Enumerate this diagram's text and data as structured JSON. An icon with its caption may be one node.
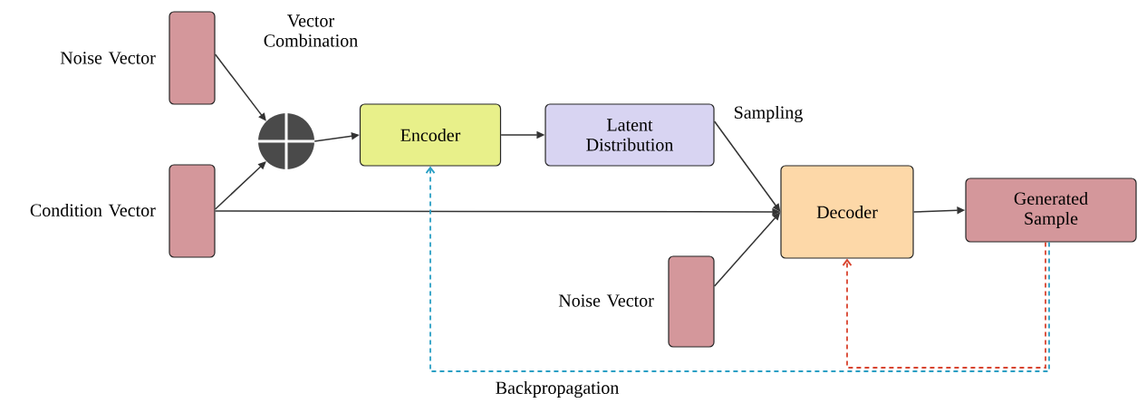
{
  "diagram": {
    "nodes": [
      {
        "text": [],
        "shape": "box",
        "beside": [
          "Noise Vector"
        ]
      },
      {
        "text": [],
        "shape": "box",
        "beside": [
          "Condition Vector"
        ]
      },
      {
        "text": [],
        "shape": "circle"
      },
      {
        "text": [
          "Encoder"
        ]
      },
      {
        "text": [
          "Latent Distribution"
        ]
      },
      {
        "text": [
          "Decoder"
        ]
      },
      {
        "text": [],
        "shape": "box",
        "beside": [
          "Noise Vector"
        ]
      },
      {
        "text": [
          "Generated Sample"
        ]
      }
    ],
    "edges": [
      {
        "from": 0,
        "to": 2,
        "arrow": "to"
      },
      {
        "from": 1,
        "to": 2,
        "arrow": "to"
      },
      {
        "from": 2,
        "to": 3,
        "arrow": "to"
      },
      {
        "from": 3,
        "to": 4,
        "arrow": "to"
      },
      {
        "from": 4,
        "to": 5,
        "arrow": "to",
        "label": "Sampling"
      },
      {
        "from": 1,
        "to": 5,
        "arrow": "to"
      },
      {
        "from": 6,
        "to": 5,
        "arrow": "to"
      },
      {
        "from": 5,
        "to": 7,
        "arrow": "to"
      },
      {
        "from": 7,
        "to": 3,
        "arrow": "to",
        "style": "dashed",
        "color": "#2a9fc4",
        "label": "Backpropagation"
      },
      {
        "from": 7,
        "to": 5,
        "arrow": "to",
        "style": "dashed",
        "color": "#d9442f"
      }
    ],
    "labels": [
      "Vector Combination"
    ]
  }
}
